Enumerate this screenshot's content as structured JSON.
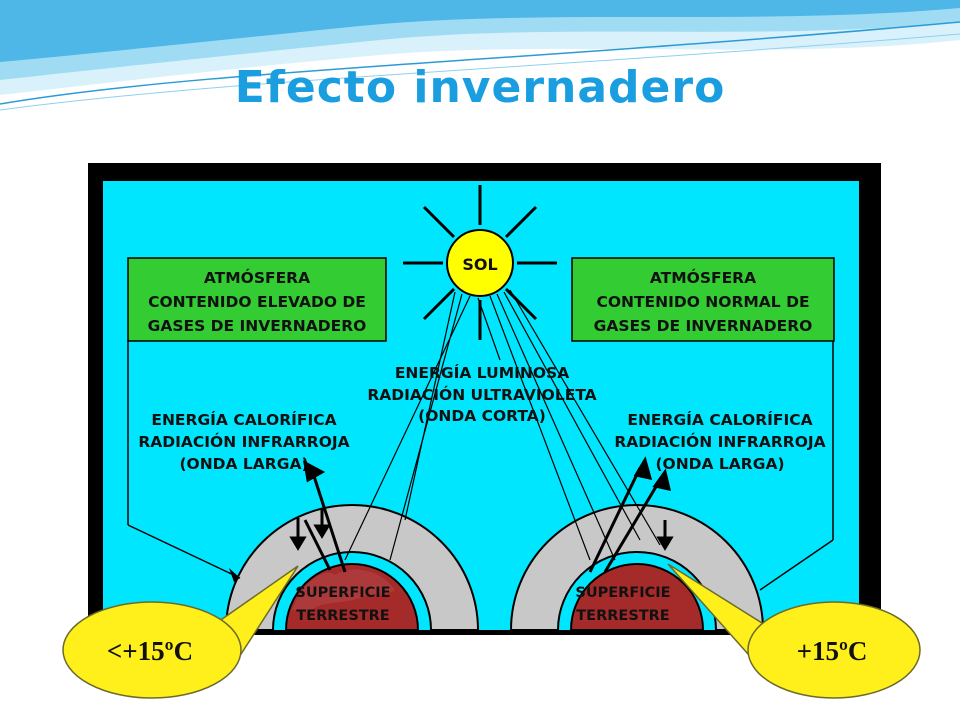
{
  "slide": {
    "title": "Efecto invernadero",
    "colors": {
      "title": "#1a9ee0",
      "sky": "#00e6ff",
      "box": "#33cc33",
      "sun": "#ffff00",
      "atmosphere_ring": "#c8c8c8",
      "earth": "#a52a2a",
      "callout": "#ffef1a",
      "wave": "#7fd6ea"
    }
  },
  "diagram": {
    "sun_label": "SOL",
    "left_box": [
      "ATMÓSFERA",
      "CONTENIDO ELEVADO DE",
      "GASES DE INVERNADERO"
    ],
    "right_box": [
      "ATMÓSFERA",
      "CONTENIDO NORMAL DE",
      "GASES DE INVERNADERO"
    ],
    "center_label": [
      "ENERGÍA LUMINOSA",
      "RADIACIÓN ULTRAVIOLETA",
      "(ONDA CORTA)"
    ],
    "left_infrared": [
      "ENERGÍA CALORÍFICA",
      "RADIACIÓN INFRARROJA",
      "(ONDA LARGA)"
    ],
    "right_infrared": [
      "ENERGÍA CALORÍFICA",
      "RADIACIÓN INFRARROJA",
      "(ONDA LARGA)"
    ],
    "left_surface": [
      "SUPERFICIE",
      "TERRESTRE"
    ],
    "right_surface": [
      "SUPERFICIE",
      "TERRESTRE"
    ],
    "left_temp": "<+15ºC",
    "right_temp": "+15ºC"
  }
}
